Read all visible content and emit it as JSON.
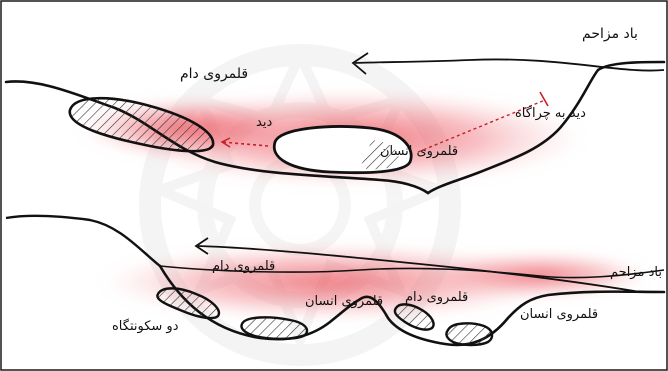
{
  "top_panel": {
    "wind_label": "باد مزاحم",
    "livestock_area_label": "قلمروی دام",
    "view_label": "دید",
    "view_to_pasture_label": "دید به چراگاه",
    "human_area_label": "قلمروی انسان"
  },
  "bottom_panel": {
    "wind_label": "باد مزاحم",
    "livestock_area_left_label": "قلمروی دام",
    "human_area_left_label": "قلمروی انسان",
    "livestock_area_right_label": "قلمروی دام",
    "human_area_right_label": "قلمروی انسان",
    "two_settlements_label": "دو سکونتگاه"
  },
  "colors": {
    "stroke": "#111111",
    "glow": "#e8454f",
    "hatch": "#222222",
    "watermark": "#ececec",
    "frame": "#1a1a1a"
  }
}
